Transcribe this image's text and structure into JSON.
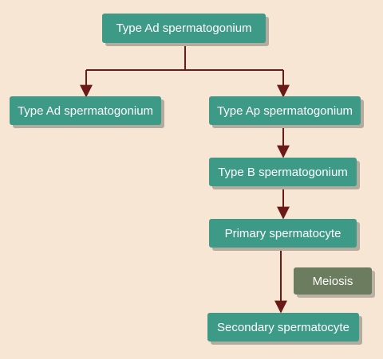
{
  "diagram": {
    "nodes": {
      "root": "Type Ad spermatogonium",
      "left": "Type Ad spermatogonium",
      "right": "Type Ap spermatogonium",
      "typeB": "Type B spermatogonium",
      "primary": "Primary spermatocyte",
      "meiosis": "Meiosis",
      "secondary": "Secondary spermatocyte"
    },
    "colors": {
      "background": "#f8e6d4",
      "box": "#3d9a87",
      "box_alt": "#6c7c5f",
      "arrow": "#6b1a17"
    }
  }
}
